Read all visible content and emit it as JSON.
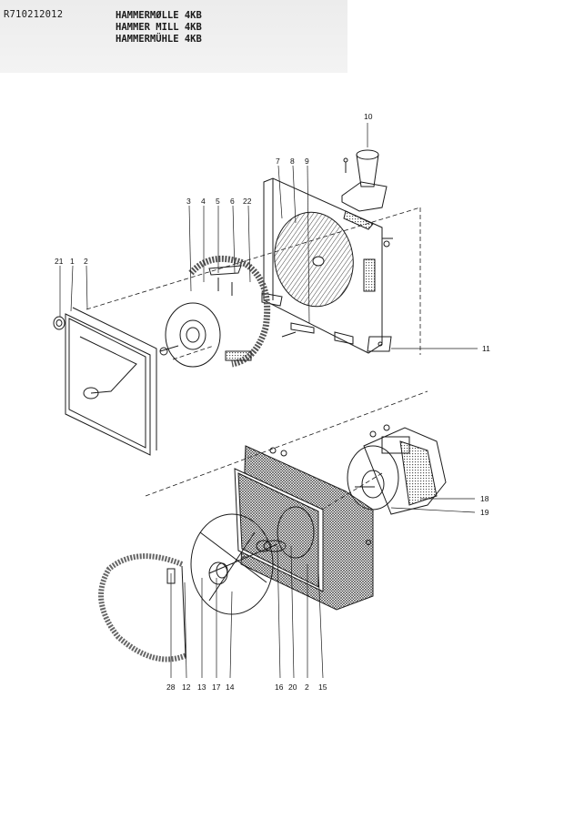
{
  "header": {
    "code": "R710212012",
    "titles": [
      "HAMMERMØLLE 4KB",
      "HAMMER MILL 4KB",
      "HAMMERMÜHLE 4KB"
    ]
  },
  "labels": {
    "p10": "10",
    "p7": "7",
    "p8": "8",
    "p9": "9",
    "p3": "3",
    "p4": "4",
    "p5": "5",
    "p6": "6",
    "p22": "22",
    "p21": "21",
    "p1": "1",
    "p2a": "2",
    "p11": "11",
    "p18": "18",
    "p19": "19",
    "p28": "28",
    "p12": "12",
    "p13": "13",
    "p17": "17",
    "p14": "14",
    "p16": "16",
    "p20": "20",
    "p2b": "2",
    "p15": "15"
  }
}
